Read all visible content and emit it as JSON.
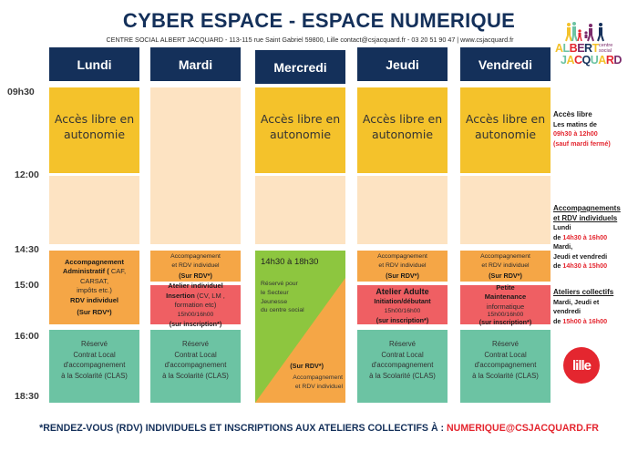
{
  "header": {
    "title": "CYBER ESPACE - ESPACE NUMERIQUE",
    "subtitle": "CENTRE SOCIAL ALBERT JACQUARD - 113-115 rue Saint Gabriel 59800, Lille  contact@csjacquard.fr  - 03 20 51 90 47 | www.csjacquard.fr"
  },
  "logo": {
    "line1": "ALBERT",
    "line2": "JACQUARD",
    "tag1": "centre",
    "tag2": "social",
    "colors": [
      "#f4c22b",
      "#6cc3a3",
      "#e4262f",
      "#7a2a6a",
      "#14305a"
    ]
  },
  "days": [
    "Lundi",
    "Mardi",
    "Mercredi",
    "Jeudi",
    "Vendredi"
  ],
  "times": [
    "09h30",
    "12:00",
    "14:30",
    "15:00",
    "16:00",
    "18:30"
  ],
  "colors": {
    "header": "#14305a",
    "acces_libre": "#f4c22b",
    "closed": "#fde3c2",
    "accompagnement": "#f5a646",
    "atelier": "#ef5f63",
    "clas": "#6cc3a3",
    "jeunesse": "#8dc63f",
    "accent_red": "#e4262f"
  },
  "schedule": {
    "acces_libre": {
      "line1": "Accès libre en",
      "line2": "autonomie"
    },
    "lundi": {
      "accomp": {
        "l1": "Accompagnement",
        "l2a": "Administratif (",
        "l2b": " CAF,",
        "l3": "CARSAT,",
        "l4": "impôts  etc.)",
        "l5": "RDV individuel",
        "l6": "(Sur RDV*)"
      }
    },
    "accomp_short": {
      "l1": "Accompagnement",
      "l2": "et RDV individuel",
      "l3": "(Sur RDV*)"
    },
    "mardi": {
      "atelier": {
        "l1": "Atelier individuel",
        "l2a": "Insertion",
        "l2b": " (CV, LM ,",
        "l3": "formation etc)",
        "l4": "15h00/16h00",
        "l5": "(sur inscription*)"
      }
    },
    "mercredi": {
      "time": "14h30 à 18h30",
      "r1": "Réservé pour",
      "r2": "le Secteur",
      "r3": "Jeunesse",
      "r4": "du centre social",
      "sur": "(Sur RDV*)",
      "a1": "Accompagnement",
      "a2": "et RDV individuel"
    },
    "jeudi": {
      "atelier": {
        "l1": "Atelier Adulte",
        "l2": "Initiation/débutant",
        "l3": "15h00/16h00",
        "l4": "(sur inscription*)"
      }
    },
    "vendredi": {
      "atelier": {
        "l1": "Petite",
        "l2": "Maintenance",
        "l3": "informatique",
        "l4": "15h00/16h00",
        "l5": "(sur inscription*)"
      }
    },
    "clas": {
      "l1": "Réservé",
      "l2": "Contrat Local",
      "l3": "d'accompagnement",
      "l4": "à la Scolarité (CLAS)"
    }
  },
  "sidebar": {
    "acces": {
      "title": "Accès libre",
      "l1": "Les matins de",
      "l2": "09h30 à 12h00",
      "l3": "(sauf mardi fermé)"
    },
    "accomp": {
      "title1": "Accompagnements",
      "title2": "et RDV individuels",
      "l1": "Lundi",
      "l2a": "de ",
      "l2b": "14h30 à 16h00",
      "l3": "Mardi,",
      "l4": "Jeudi et vendredi",
      "l5a": "de ",
      "l5b": "14h30 à 15h00"
    },
    "ateliers": {
      "title": "Ateliers collectifs",
      "l1": "Mardi, Jeudi et",
      "l2": "vendredi",
      "l3a": "de ",
      "l3b": "15h00 à 16h00"
    },
    "lille_logo": "lille"
  },
  "footer": {
    "text": "*RENDEZ-VOUS (RDV) INDIVIDUELS ET INSCRIPTIONS AUX ATELIERS COLLECTIFS À : ",
    "email": "NUMERIQUE@CSJACQUARD.FR"
  }
}
